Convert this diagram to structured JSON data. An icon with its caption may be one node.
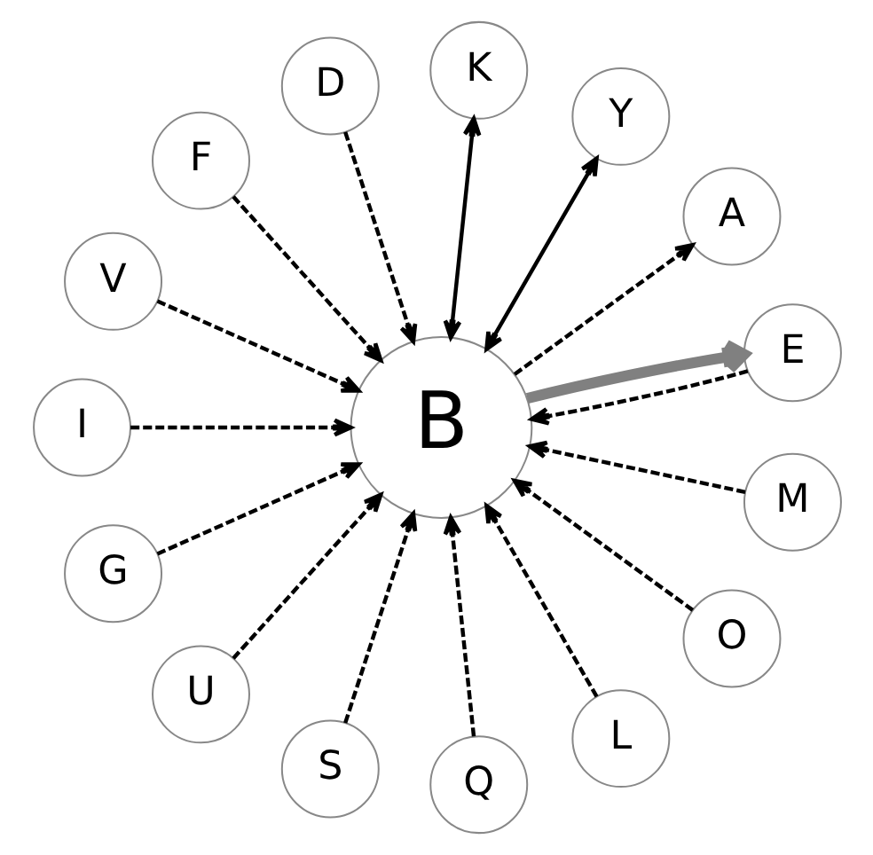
{
  "diagram": {
    "nodes": [
      {
        "text": [
          "E"
        ]
      },
      {
        "text": [
          "Y"
        ]
      },
      {
        "text": [
          "A"
        ]
      },
      {
        "text": [
          "K"
        ]
      },
      {
        "text": [
          "D"
        ]
      },
      {
        "text": [
          "F"
        ]
      },
      {
        "text": [
          "V"
        ]
      },
      {
        "text": [
          "B"
        ]
      },
      {
        "text": [
          "I"
        ]
      },
      {
        "text": [
          "G"
        ]
      },
      {
        "text": [
          "U"
        ]
      },
      {
        "text": [
          "S"
        ]
      },
      {
        "text": [
          "Q"
        ]
      },
      {
        "text": [
          "L"
        ]
      },
      {
        "text": [
          "O"
        ]
      },
      {
        "text": [
          "M"
        ]
      }
    ],
    "edges": [
      {
        "from": 3,
        "to": 7,
        "arrow": "both"
      },
      {
        "from": 1,
        "to": 7,
        "arrow": "both"
      },
      {
        "from": 7,
        "to": 0,
        "arrow": "to",
        "style": "thick",
        "color": "#808080"
      },
      {
        "from": 0,
        "to": 7,
        "arrow": "to",
        "style": "dashed"
      },
      {
        "from": 7,
        "to": 2,
        "arrow": "to",
        "style": "dashed"
      },
      {
        "from": 4,
        "to": 7,
        "arrow": "to",
        "style": "dashed"
      },
      {
        "from": 5,
        "to": 7,
        "arrow": "to",
        "style": "dashed"
      },
      {
        "from": 9,
        "to": 7,
        "arrow": "to",
        "style": "dashed"
      },
      {
        "from": 10,
        "to": 7,
        "arrow": "to",
        "style": "dashed"
      },
      {
        "from": 13,
        "to": 7,
        "arrow": "to",
        "style": "dashed"
      },
      {
        "from": 15,
        "to": 7,
        "arrow": "to",
        "style": "dashed"
      },
      {
        "from": 14,
        "to": 7,
        "arrow": "to",
        "style": "dashed"
      },
      {
        "from": 12,
        "to": 7,
        "arrow": "to",
        "style": "dashed"
      },
      {
        "from": 11,
        "to": 7,
        "arrow": "to",
        "style": "dashed"
      },
      {
        "from": 8,
        "to": 7,
        "arrow": "to",
        "style": "dashed"
      },
      {
        "from": 6,
        "to": 7,
        "arrow": "to",
        "style": "dashed"
      }
    ]
  }
}
